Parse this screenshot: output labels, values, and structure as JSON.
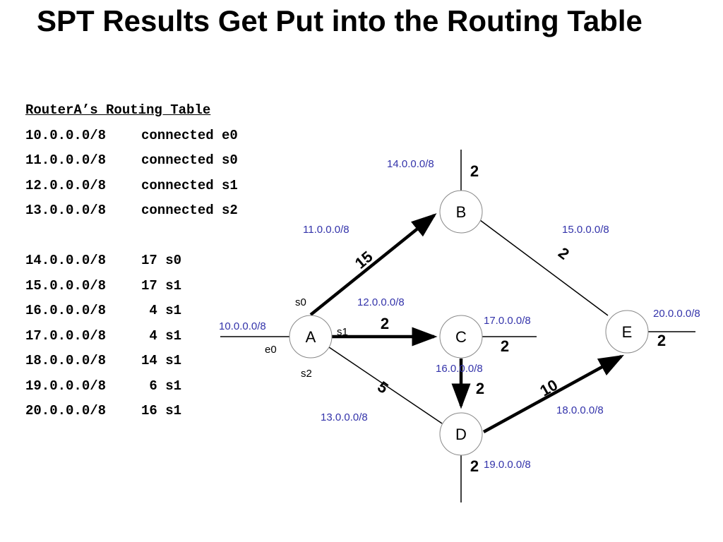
{
  "title": "SPT Results Get Put into the Routing Table",
  "routing_table": {
    "heading": "RouterA’s Routing Table",
    "connected": [
      {
        "prefix": "10.0.0.0/8",
        "route": "connected e0"
      },
      {
        "prefix": "11.0.0.0/8",
        "route": "connected s0"
      },
      {
        "prefix": "12.0.0.0/8",
        "route": "connected s1"
      },
      {
        "prefix": "13.0.0.0/8",
        "route": "connected s2"
      }
    ],
    "learned": [
      {
        "prefix": "14.0.0.0/8",
        "route": "17 s0"
      },
      {
        "prefix": "15.0.0.0/8",
        "route": "17 s1"
      },
      {
        "prefix": "16.0.0.0/8",
        "route": " 4 s1"
      },
      {
        "prefix": "17.0.0.0/8",
        "route": " 4 s1"
      },
      {
        "prefix": "18.0.0.0/8",
        "route": "14 s1"
      },
      {
        "prefix": "19.0.0.0/8",
        "route": " 6 s1"
      },
      {
        "prefix": "20.0.0.0/8",
        "route": "16 s1"
      }
    ]
  },
  "diagram": {
    "nodes": {
      "A": "A",
      "B": "B",
      "C": "C",
      "D": "D",
      "E": "E"
    },
    "interfaces": {
      "s0": "s0",
      "s1": "s1",
      "s2": "s2",
      "e0": "e0"
    },
    "networks": {
      "n10": "10.0.0.0/8",
      "n11": "11.0.0.0/8",
      "n12": "12.0.0.0/8",
      "n13": "13.0.0.0/8",
      "n14": "14.0.0.0/8",
      "n15": "15.0.0.0/8",
      "n16": "16.0.0.0/8",
      "n17": "17.0.0.0/8",
      "n18": "18.0.0.0/8",
      "n19": "19.0.0.0/8",
      "n20": "20.0.0.0/8"
    },
    "costs": {
      "AB": "15",
      "AC": "2",
      "AD": "5",
      "BE": "2",
      "CD": "2",
      "DE": "10",
      "B_stub": "2",
      "C_stub": "2",
      "D_stub": "2",
      "E_stub": "2"
    },
    "colors": {
      "network_label": "#3333aa",
      "line": "#000000"
    }
  }
}
